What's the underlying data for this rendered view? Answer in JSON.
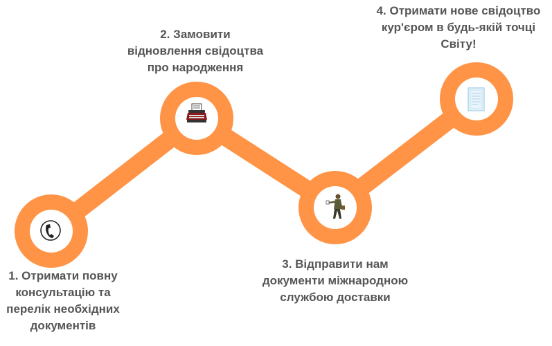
{
  "colors": {
    "accent": "#FF9447",
    "icon_fill": "#ffffff",
    "text": "#555555"
  },
  "steps": [
    {
      "icon": "phone-icon",
      "lines": [
        "1. Отримати повну",
        "консультацію та",
        "перелік необхідних",
        "документів"
      ]
    },
    {
      "icon": "typewriter-icon",
      "lines": [
        "2. Замовити",
        "відновлення свідоцтва",
        "про народження"
      ]
    },
    {
      "icon": "courier-icon",
      "lines": [
        "3. Відправити нам",
        "документи міжнародною",
        "службою доставки"
      ]
    },
    {
      "icon": "certificate-icon",
      "lines": [
        "4. Отримати нове свідоцтво",
        "кур'єром в будь-якій точці",
        "Світу!"
      ]
    }
  ]
}
